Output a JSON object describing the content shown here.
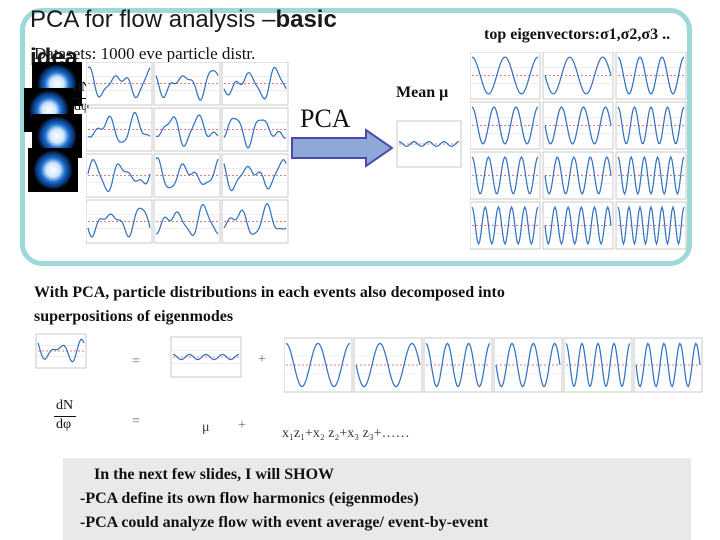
{
  "slide": {
    "title_prefix": "PCA for flow analysis –",
    "title_bold": "basic",
    "title_overlap": "idea",
    "datasets_label": "Datasets: 1000 eve particle distr.",
    "pca_label": "PCA",
    "mean_label": "Mean μ",
    "eigen_label": "top eigenvectors:σ1,σ2,σ3 ..",
    "axis_dn": "dN",
    "axis_dphi": "dφ",
    "paragraph_line1": "With PCA, particle distributions in each events also decomposed into",
    "paragraph_line2": "superpositions of eigenmodes",
    "eq_equals": "=",
    "eq_plus": "+",
    "eq_mu": "μ",
    "eq_sum": "x₁z₁+x₂ z₂+x₃ z₃+……",
    "note_line1": "In the next few slides, I will SHOW",
    "note_line2": "-PCA define its own flow harmonics (eigenmodes)",
    "note_line3": "-PCA could analyze flow with event average/ event-by-event"
  },
  "colors": {
    "panel_border": "#9ed8d8",
    "arrow_fill": "#8fa8d8",
    "arrow_stroke": "#4a4ab0",
    "curve": "#2f6fc0",
    "dashed_ref": "#e05050",
    "event_ring": "#1a6fd0"
  }
}
